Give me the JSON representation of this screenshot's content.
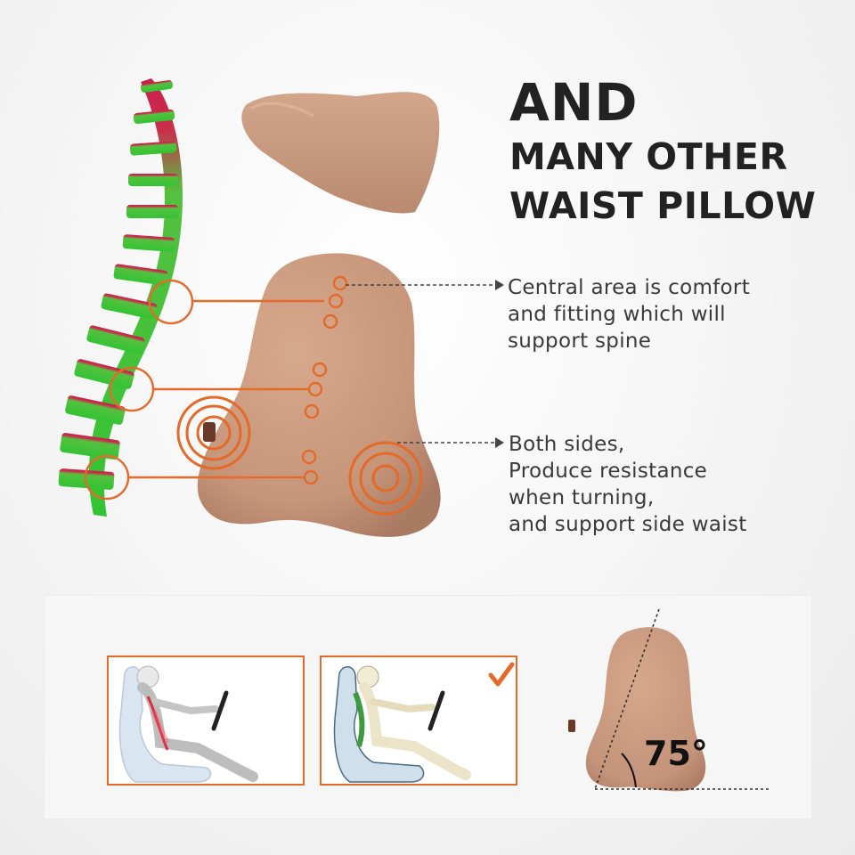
{
  "headline": {
    "line1": "AND",
    "line2": "MANY OTHER",
    "line3": "WAIST PILLOW"
  },
  "callouts": {
    "central": {
      "lines": [
        "Central area is comfort",
        "and fitting which will",
        "support spine"
      ]
    },
    "sides": {
      "lines": [
        "Both sides,",
        "Produce resistance",
        "when turning,",
        "and support side waist"
      ]
    }
  },
  "angle": {
    "label": "75°"
  },
  "icons": {
    "correct_mark": "checkmark-icon",
    "arrow": "arrow-right-icon"
  },
  "colors": {
    "accent": "#e46a2a",
    "pillow": "#c8977b",
    "spine_green": "#3cc33c",
    "spine_red": "#c8204a"
  }
}
